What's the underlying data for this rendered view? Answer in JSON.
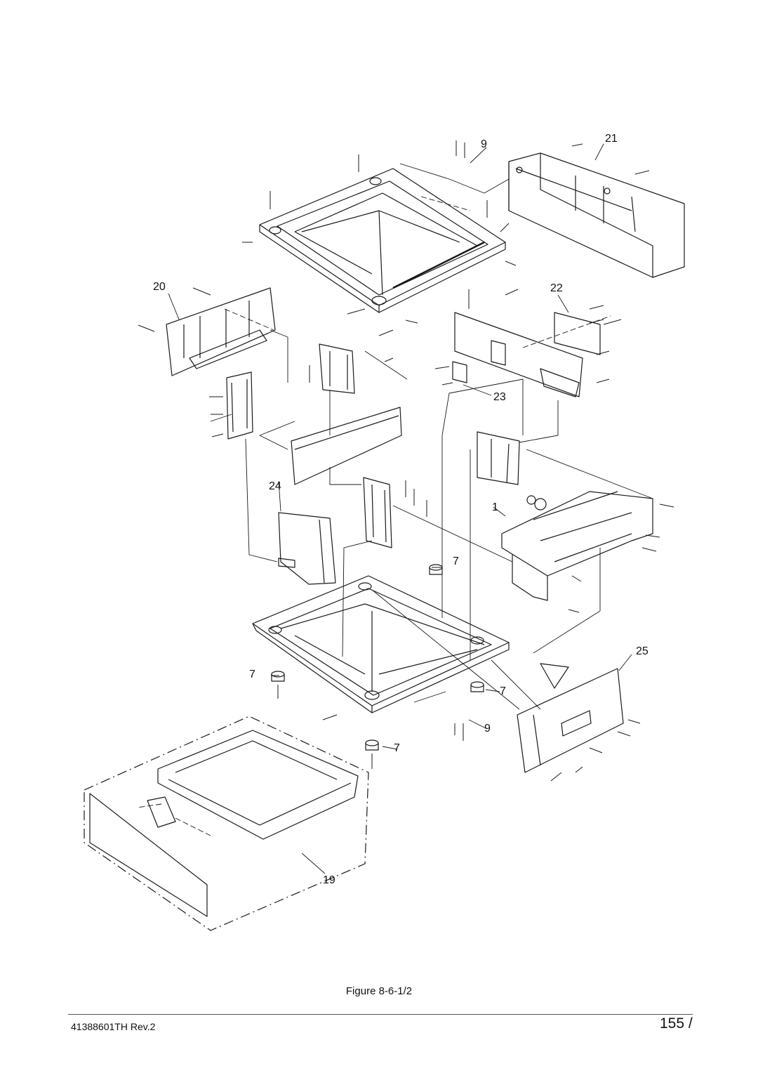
{
  "figure": {
    "caption": "Figure 8-6-1/2",
    "callouts": [
      {
        "id": "c21a",
        "label": "21"
      },
      {
        "id": "c9a",
        "label": "9"
      },
      {
        "id": "c20",
        "label": "20"
      },
      {
        "id": "c22",
        "label": "22"
      },
      {
        "id": "c23",
        "label": "23"
      },
      {
        "id": "c24",
        "label": "24"
      },
      {
        "id": "c1",
        "label": "1"
      },
      {
        "id": "c7a",
        "label": "7"
      },
      {
        "id": "c25",
        "label": "25"
      },
      {
        "id": "c7b",
        "label": "7"
      },
      {
        "id": "c7c",
        "label": "7"
      },
      {
        "id": "c9b",
        "label": "9"
      },
      {
        "id": "c7d",
        "label": "7"
      },
      {
        "id": "c19",
        "label": "19"
      }
    ]
  },
  "footer": {
    "doc_id": "41388601TH  Rev.2",
    "page": "155 /"
  }
}
